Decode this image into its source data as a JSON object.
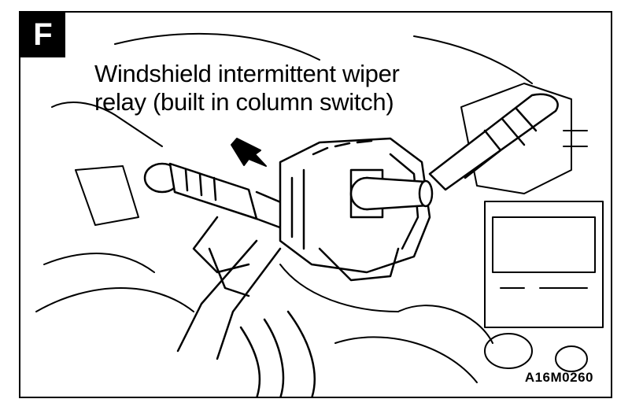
{
  "figure": {
    "panel_letter": "F",
    "callout": {
      "line1": "Windshield intermittent wiper",
      "line2": "relay (built in column switch)"
    },
    "figure_code": "A16M0260"
  }
}
